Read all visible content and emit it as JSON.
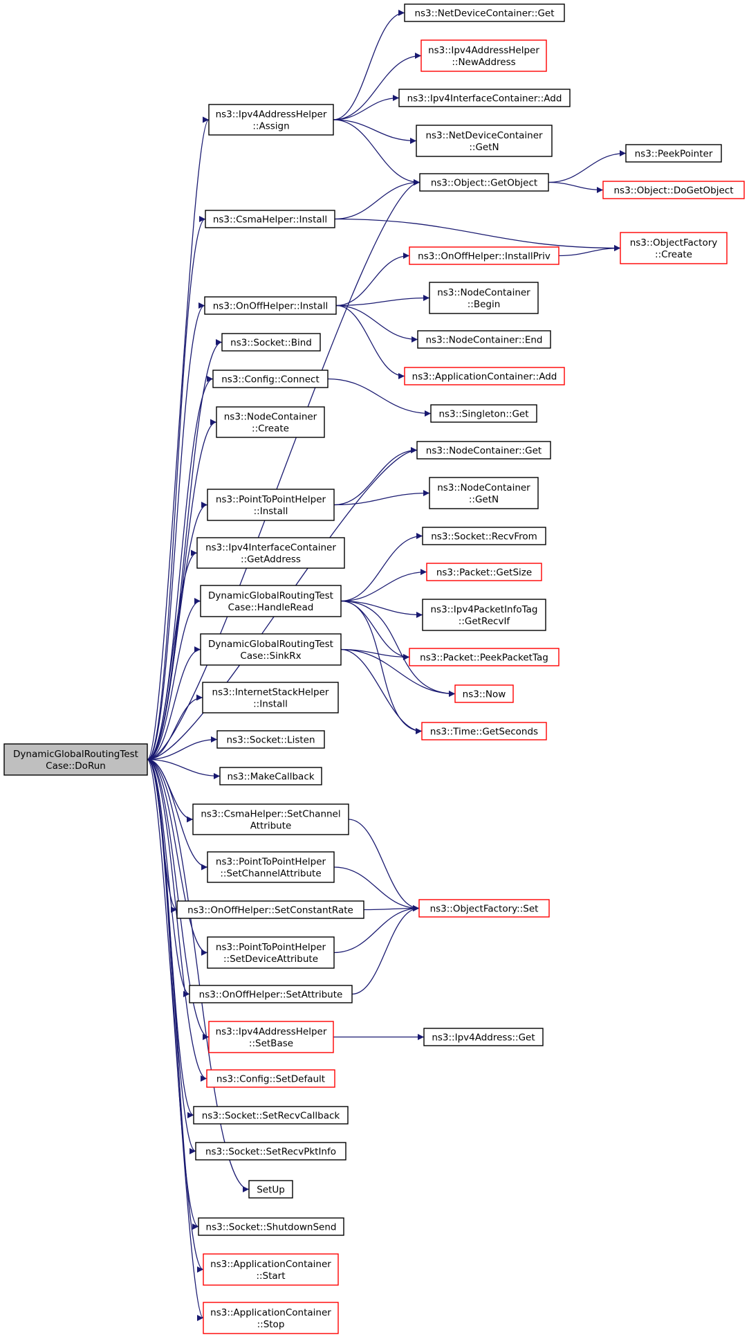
{
  "colors": {
    "edge": "#191970",
    "node_border": "#000000",
    "external_border": "#ff0000",
    "root_fill": "#bfbfbf",
    "node_fill": "#ffffff",
    "text": "#000000"
  },
  "nodes": [
    {
      "id": "root",
      "lines": [
        "DynamicGlobalRoutingTest",
        "Case::DoRun"
      ],
      "kind": "root"
    },
    {
      "id": "ipv4assign",
      "lines": [
        "ns3::Ipv4AddressHelper",
        "::Assign"
      ],
      "kind": "normal"
    },
    {
      "id": "csmainstall",
      "lines": [
        "ns3::CsmaHelper::Install"
      ],
      "kind": "normal"
    },
    {
      "id": "onoffinstall",
      "lines": [
        "ns3::OnOffHelper::Install"
      ],
      "kind": "normal"
    },
    {
      "id": "socketbind",
      "lines": [
        "ns3::Socket::Bind"
      ],
      "kind": "normal"
    },
    {
      "id": "configconnect",
      "lines": [
        "ns3::Config::Connect"
      ],
      "kind": "normal"
    },
    {
      "id": "nccreate",
      "lines": [
        "ns3::NodeContainer",
        "::Create"
      ],
      "kind": "normal"
    },
    {
      "id": "p2pinstall",
      "lines": [
        "ns3::PointToPointHelper",
        "::Install"
      ],
      "kind": "normal"
    },
    {
      "id": "ifcgetaddr",
      "lines": [
        "ns3::Ipv4InterfaceContainer",
        "::GetAddress"
      ],
      "kind": "normal"
    },
    {
      "id": "handleread",
      "lines": [
        "DynamicGlobalRoutingTest",
        "Case::HandleRead"
      ],
      "kind": "normal"
    },
    {
      "id": "sinkrx",
      "lines": [
        "DynamicGlobalRoutingTest",
        "Case::SinkRx"
      ],
      "kind": "normal"
    },
    {
      "id": "inetinstall",
      "lines": [
        "ns3::InternetStackHelper",
        "::Install"
      ],
      "kind": "normal"
    },
    {
      "id": "socklisten",
      "lines": [
        "ns3::Socket::Listen"
      ],
      "kind": "normal"
    },
    {
      "id": "makecb",
      "lines": [
        "ns3::MakeCallback"
      ],
      "kind": "normal"
    },
    {
      "id": "csmasetch",
      "lines": [
        "ns3::CsmaHelper::SetChannel",
        "Attribute"
      ],
      "kind": "normal"
    },
    {
      "id": "p2psetch",
      "lines": [
        "ns3::PointToPointHelper",
        "::SetChannelAttribute"
      ],
      "kind": "normal"
    },
    {
      "id": "onoffrate",
      "lines": [
        "ns3::OnOffHelper::SetConstantRate"
      ],
      "kind": "normal"
    },
    {
      "id": "p2psetdev",
      "lines": [
        "ns3::PointToPointHelper",
        "::SetDeviceAttribute"
      ],
      "kind": "normal"
    },
    {
      "id": "onoffsetattr",
      "lines": [
        "ns3::OnOffHelper::SetAttribute"
      ],
      "kind": "normal"
    },
    {
      "id": "ipv4setbase",
      "lines": [
        "ns3::Ipv4AddressHelper",
        "::SetBase"
      ],
      "kind": "external"
    },
    {
      "id": "configsetdef",
      "lines": [
        "ns3::Config::SetDefault"
      ],
      "kind": "external"
    },
    {
      "id": "setrecvcb",
      "lines": [
        "ns3::Socket::SetRecvCallback"
      ],
      "kind": "normal"
    },
    {
      "id": "setrecvpkt",
      "lines": [
        "ns3::Socket::SetRecvPktInfo"
      ],
      "kind": "normal"
    },
    {
      "id": "setup",
      "lines": [
        "SetUp"
      ],
      "kind": "normal"
    },
    {
      "id": "shutdown",
      "lines": [
        "ns3::Socket::ShutdownSend"
      ],
      "kind": "normal"
    },
    {
      "id": "appstart",
      "lines": [
        "ns3::ApplicationContainer",
        "::Start"
      ],
      "kind": "external"
    },
    {
      "id": "appstop",
      "lines": [
        "ns3::ApplicationContainer",
        "::Stop"
      ],
      "kind": "external"
    },
    {
      "id": "ndcget",
      "lines": [
        "ns3::NetDeviceContainer::Get"
      ],
      "kind": "normal"
    },
    {
      "id": "newaddr",
      "lines": [
        "ns3::Ipv4AddressHelper",
        "::NewAddress"
      ],
      "kind": "external"
    },
    {
      "id": "ifcadd",
      "lines": [
        "ns3::Ipv4InterfaceContainer::Add"
      ],
      "kind": "normal"
    },
    {
      "id": "ndcgetn",
      "lines": [
        "ns3::NetDeviceContainer",
        "::GetN"
      ],
      "kind": "normal"
    },
    {
      "id": "getobject",
      "lines": [
        "ns3::Object::GetObject"
      ],
      "kind": "normal"
    },
    {
      "id": "peekptr",
      "lines": [
        "ns3::PeekPointer"
      ],
      "kind": "normal"
    },
    {
      "id": "dogetobj",
      "lines": [
        "ns3::Object::DoGetObject"
      ],
      "kind": "external"
    },
    {
      "id": "ofcreate",
      "lines": [
        "ns3::ObjectFactory",
        "::Create"
      ],
      "kind": "external"
    },
    {
      "id": "installpriv",
      "lines": [
        "ns3::OnOffHelper::InstallPriv"
      ],
      "kind": "external"
    },
    {
      "id": "ncbegin",
      "lines": [
        "ns3::NodeContainer",
        "::Begin"
      ],
      "kind": "normal"
    },
    {
      "id": "ncend",
      "lines": [
        "ns3::NodeContainer::End"
      ],
      "kind": "normal"
    },
    {
      "id": "appadd",
      "lines": [
        "ns3::ApplicationContainer::Add"
      ],
      "kind": "external"
    },
    {
      "id": "singleton",
      "lines": [
        "ns3::Singleton::Get"
      ],
      "kind": "normal"
    },
    {
      "id": "ncget",
      "lines": [
        "ns3::NodeContainer::Get"
      ],
      "kind": "normal"
    },
    {
      "id": "ncgetn",
      "lines": [
        "ns3::NodeContainer",
        "::GetN"
      ],
      "kind": "normal"
    },
    {
      "id": "recvfrom",
      "lines": [
        "ns3::Socket::RecvFrom"
      ],
      "kind": "normal"
    },
    {
      "id": "pktsize",
      "lines": [
        "ns3::Packet::GetSize"
      ],
      "kind": "external"
    },
    {
      "id": "recvif",
      "lines": [
        "ns3::Ipv4PacketInfoTag",
        "::GetRecvIf"
      ],
      "kind": "normal"
    },
    {
      "id": "peektag",
      "lines": [
        "ns3::Packet::PeekPacketTag"
      ],
      "kind": "external"
    },
    {
      "id": "now",
      "lines": [
        "ns3::Now"
      ],
      "kind": "external"
    },
    {
      "id": "getsec",
      "lines": [
        "ns3::Time::GetSeconds"
      ],
      "kind": "external"
    },
    {
      "id": "ofset",
      "lines": [
        "ns3::ObjectFactory::Set"
      ],
      "kind": "external"
    },
    {
      "id": "ipv4get",
      "lines": [
        "ns3::Ipv4Address::Get"
      ],
      "kind": "normal"
    }
  ],
  "edges": [
    [
      "root",
      "ipv4assign"
    ],
    [
      "root",
      "getobject"
    ],
    [
      "root",
      "csmainstall"
    ],
    [
      "root",
      "onoffinstall"
    ],
    [
      "root",
      "socketbind"
    ],
    [
      "root",
      "configconnect"
    ],
    [
      "root",
      "nccreate"
    ],
    [
      "root",
      "ncget"
    ],
    [
      "root",
      "p2pinstall"
    ],
    [
      "root",
      "ifcgetaddr"
    ],
    [
      "root",
      "handleread"
    ],
    [
      "root",
      "sinkrx"
    ],
    [
      "root",
      "inetinstall"
    ],
    [
      "root",
      "socklisten"
    ],
    [
      "root",
      "makecb"
    ],
    [
      "root",
      "csmasetch"
    ],
    [
      "root",
      "p2psetch"
    ],
    [
      "root",
      "onoffrate"
    ],
    [
      "root",
      "p2psetdev"
    ],
    [
      "root",
      "onoffsetattr"
    ],
    [
      "root",
      "ipv4setbase"
    ],
    [
      "root",
      "configsetdef"
    ],
    [
      "root",
      "setrecvcb"
    ],
    [
      "root",
      "setrecvpkt"
    ],
    [
      "root",
      "setup"
    ],
    [
      "root",
      "shutdown"
    ],
    [
      "root",
      "appstart"
    ],
    [
      "root",
      "appstop"
    ],
    [
      "ipv4assign",
      "ndcget"
    ],
    [
      "ipv4assign",
      "newaddr"
    ],
    [
      "ipv4assign",
      "ifcadd"
    ],
    [
      "ipv4assign",
      "ndcgetn"
    ],
    [
      "ipv4assign",
      "getobject"
    ],
    [
      "getobject",
      "peekptr"
    ],
    [
      "getobject",
      "dogetobj"
    ],
    [
      "csmainstall",
      "getobject"
    ],
    [
      "csmainstall",
      "ofcreate"
    ],
    [
      "installpriv",
      "ofcreate"
    ],
    [
      "onoffinstall",
      "installpriv"
    ],
    [
      "onoffinstall",
      "ncbegin"
    ],
    [
      "onoffinstall",
      "ncend"
    ],
    [
      "onoffinstall",
      "appadd"
    ],
    [
      "configconnect",
      "singleton"
    ],
    [
      "p2pinstall",
      "ncget"
    ],
    [
      "p2pinstall",
      "ncgetn"
    ],
    [
      "handleread",
      "recvfrom"
    ],
    [
      "handleread",
      "pktsize"
    ],
    [
      "handleread",
      "recvif"
    ],
    [
      "handleread",
      "peektag"
    ],
    [
      "handleread",
      "now"
    ],
    [
      "handleread",
      "getsec"
    ],
    [
      "sinkrx",
      "peektag"
    ],
    [
      "sinkrx",
      "now"
    ],
    [
      "sinkrx",
      "getsec"
    ],
    [
      "csmasetch",
      "ofset"
    ],
    [
      "p2psetch",
      "ofset"
    ],
    [
      "onoffrate",
      "ofset"
    ],
    [
      "p2psetdev",
      "ofset"
    ],
    [
      "onoffsetattr",
      "ofset"
    ],
    [
      "ipv4setbase",
      "ipv4get"
    ]
  ]
}
